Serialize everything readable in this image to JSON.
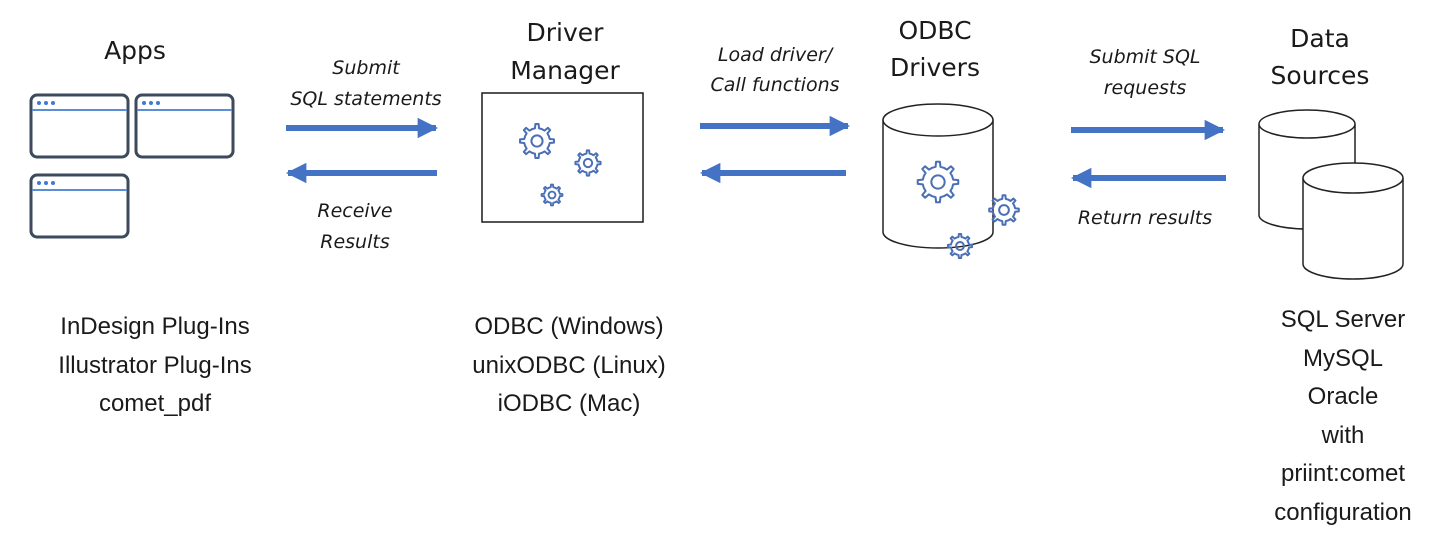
{
  "columns": {
    "apps": {
      "title": "Apps"
    },
    "driver_manager": {
      "title_lines": [
        "Driver",
        "Manager"
      ]
    },
    "odbc_drivers": {
      "title_lines": [
        "ODBC",
        "Drivers"
      ]
    },
    "data_sources": {
      "title_lines": [
        "Data",
        "Sources"
      ]
    }
  },
  "arrows": {
    "apps_to_dm_label_lines": [
      "Submit",
      "SQL statements"
    ],
    "dm_to_apps_label_lines": [
      "Receive",
      "Results"
    ],
    "dm_to_drivers_label_lines": [
      "Load driver/",
      "Call functions"
    ],
    "drivers_to_sources_label_lines": [
      "Submit SQL",
      "requests"
    ],
    "sources_to_drivers_label": "Return results"
  },
  "descriptions": {
    "apps": [
      "InDesign Plug-Ins",
      "Illustrator Plug-Ins",
      "comet_pdf"
    ],
    "driver_manager": [
      "ODBC (Windows)",
      "unixODBC (Linux)",
      "iODBC (Mac)"
    ],
    "data_sources": [
      "SQL Server",
      "MySQL",
      "Oracle",
      "with",
      "priint:comet",
      "configuration"
    ]
  },
  "colors": {
    "arrow": "#4472C4",
    "window_outline": "#3d4a5c",
    "gear": "#4a6fb5",
    "cylinder_outline": "#222222"
  },
  "icons": {
    "apps": "app-window-icon",
    "driver_manager": "gears-icon",
    "odbc_drivers": "database-gears-icon",
    "data_sources": "database-icon"
  }
}
